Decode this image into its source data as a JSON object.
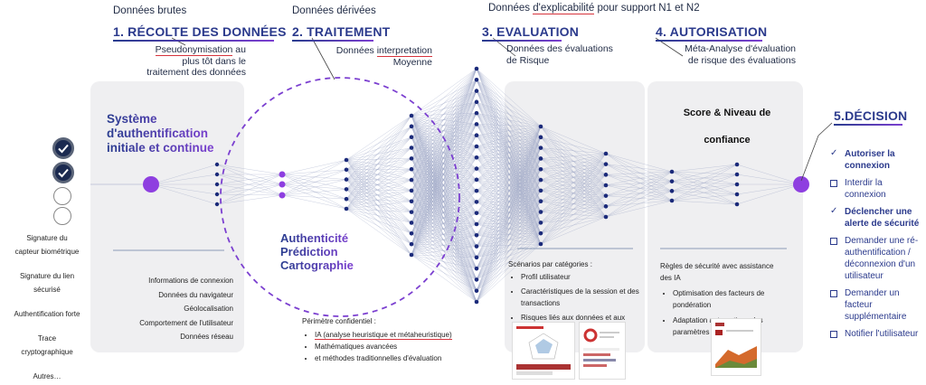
{
  "headers": {
    "raw": "Données brutes",
    "derived": "Données dérivées",
    "explain_prefix": "Données ",
    "explain_word": "d'explicabilité",
    "explain_suffix": " pour support N1 et N2"
  },
  "stages": {
    "s1": {
      "title": "1. RÉCOLTE DES DONNÉES",
      "sub_a": "Pseudonymisation",
      "sub_b": " au",
      "sub_c": "plus tôt dans le",
      "sub_d": "traitement des données"
    },
    "s2": {
      "title": "2. TRAITEMENT",
      "sub_a": "Données ",
      "sub_b": "interpretation",
      "sub_c": "Moyenne"
    },
    "s3": {
      "title": "3. EVALUATION",
      "sub_a": "Données des évaluations",
      "sub_b": "de Risque"
    },
    "s4": {
      "title": "4. AUTORISATION",
      "sub_a": "Méta-Analyse d'évaluation",
      "sub_b": "de risque des évaluations"
    },
    "s5": {
      "title": "5.DÉCISION"
    }
  },
  "system": {
    "l1": "Système",
    "l2": "d'authentification",
    "l3": "initiale et continue"
  },
  "collect_list": [
    "Informations de connexion",
    "Données du navigateur",
    "Géolocalisation",
    "Comportement de l'utilisateur",
    "Données réseau"
  ],
  "left_list": [
    "Signature du",
    "capteur biométrique",
    "Signature du lien",
    "sécurisé",
    "Authentification forte",
    "Trace",
    "cryptographique",
    "Autres…"
  ],
  "checks": [
    true,
    true,
    false,
    false
  ],
  "auth": {
    "l1": "Authenticité",
    "l2": "Prédiction",
    "l3": "Cartographie"
  },
  "perimeter": {
    "title": "Périmètre confidentiel :",
    "items": [
      "IA (analyse heuristique et métaheuristique)",
      "Mathématiques avancées",
      "et méthodes traditionnelles d'évaluation"
    ]
  },
  "scenarios": {
    "title": "Scénarios par catégories :",
    "items": [
      "Profil utilisateur",
      "Caractéristiques de la session et des transactions",
      "Risques liés aux données et aux"
    ]
  },
  "score": {
    "l1": "Score & Niveau de",
    "l2": "confiance"
  },
  "rules": {
    "title_a": "Règles de sécurité avec assistance",
    "title_b": "des IA",
    "items": [
      "Optimisation des facteurs de pondération",
      "Adaptation automatique des paramètres"
    ]
  },
  "decisions": [
    {
      "mark": "check",
      "text": "Autoriser la connexion"
    },
    {
      "mark": "box",
      "text": "Interdir la connexion"
    },
    {
      "mark": "check",
      "text": "Déclencher une alerte de sécurité"
    },
    {
      "mark": "box",
      "text": "Demander une ré-authentification / déconnexion d'un utilisateur"
    },
    {
      "mark": "box",
      "text": "Demander un facteur supplémentaire"
    },
    {
      "mark": "box",
      "text": "Notifier l'utilisateur"
    }
  ],
  "colors": {
    "accent": "#7b3fd0",
    "navy": "#1b2a7a",
    "underline": "#d6333c",
    "panel": "#efeff1"
  }
}
